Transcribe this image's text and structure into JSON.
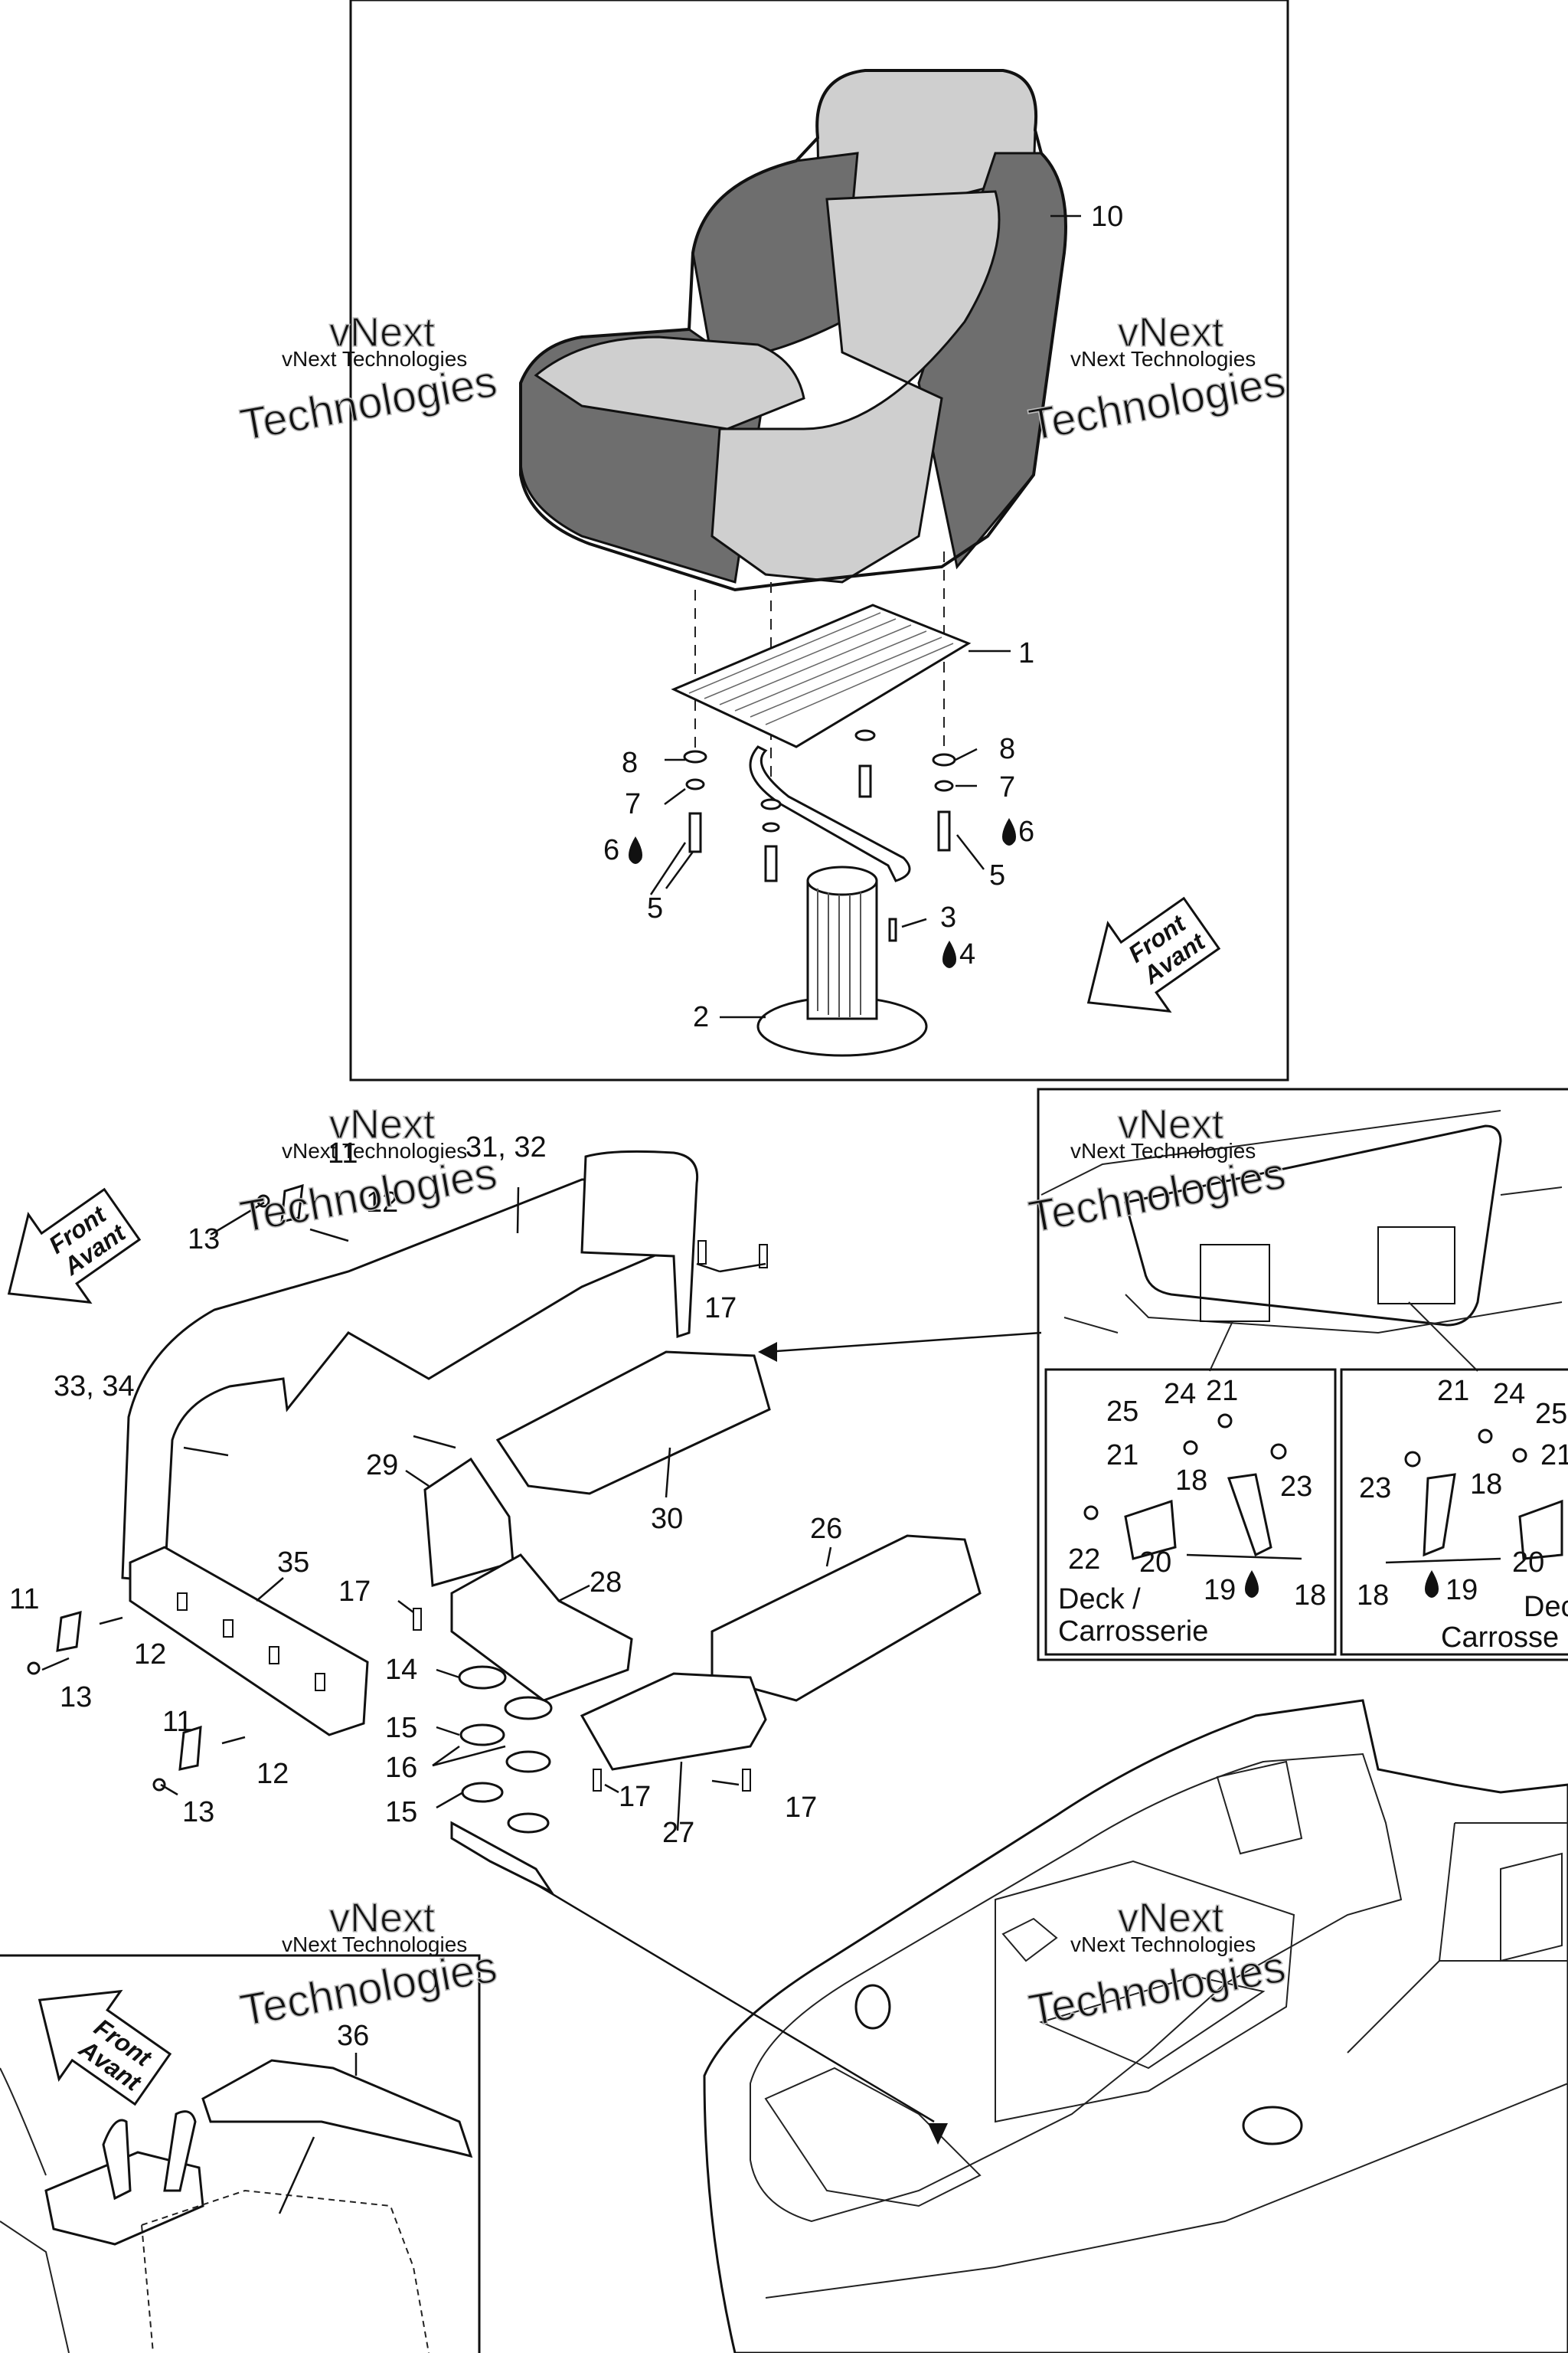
{
  "watermark": {
    "line1": "vNext Technologies",
    "line2": "vNext",
    "line3": "Technologies"
  },
  "front_arrow": {
    "line1": "Front",
    "line2": "Avant"
  },
  "deck_label": {
    "line1": "Deck /",
    "line2": "Carrosserie"
  },
  "deck_label_right": {
    "line1": "Dec",
    "line2": "Carrosse"
  },
  "callouts": {
    "c1": "1",
    "c2": "2",
    "c3": "3",
    "c4": "4",
    "c5": "5",
    "c6": "6",
    "c7": "7",
    "c8": "8",
    "c10": "10",
    "c11": "11",
    "c12": "12",
    "c13": "13",
    "c14": "14",
    "c15": "15",
    "c16": "16",
    "c17": "17",
    "c18": "18",
    "c19": "19",
    "c20": "20",
    "c21": "21",
    "c22": "22",
    "c23": "23",
    "c24": "24",
    "c25": "25",
    "c26": "26",
    "c27": "27",
    "c28": "28",
    "c29": "29",
    "c30": "30",
    "c3132": "31, 32",
    "c3334": "33, 34",
    "c35": "35",
    "c36": "36"
  },
  "colors": {
    "seat_dark": "#6e6e6e",
    "seat_light": "#cfcfcf",
    "ink": "#111111",
    "watermark": "#bdbdbd"
  },
  "icons": [
    "drop-icon",
    "front-arrow-icon"
  ]
}
